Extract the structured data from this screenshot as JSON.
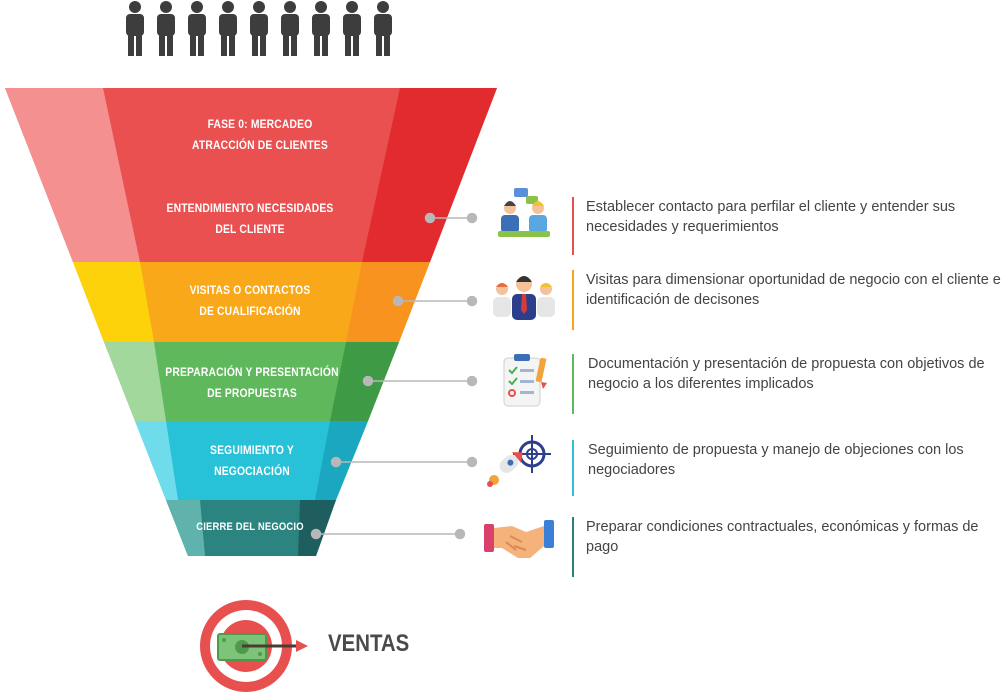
{
  "people_icon": "person-icon",
  "stages": [
    {
      "label_lines": [
        "FASE 0: MERCADEO",
        "ATRACCIÓN DE CLIENTES"
      ],
      "color": "#e8504f"
    },
    {
      "label_lines": [
        "ENTENDIMIENTO NECESIDADES",
        "DEL CLIENTE"
      ],
      "color": "#e8504f",
      "description": "Establecer contacto para perfilar el cliente y entender sus necesidades y requerimientos",
      "icon": "conversation-icon",
      "accent": "#e8504f"
    },
    {
      "label_lines": [
        "VISITAS O CONTACTOS",
        "DE CUALIFICACIÓN"
      ],
      "color": "#f8a51c",
      "description": "Visitas para dimensionar oportunidad de negocio con el cliente e identificación de  decisones",
      "icon": "team-icon",
      "accent": "#f8a51c"
    },
    {
      "label_lines": [
        "PREPARACIÓN Y PRESENTACIÓN",
        "DE PROPUESTAS"
      ],
      "color": "#5cb85c",
      "description": "Documentación y presentación de propuesta con objetivos de negocio a los diferentes implicados",
      "icon": "checklist-icon",
      "accent": "#5cb85c"
    },
    {
      "label_lines": [
        "SEGUIMIENTO Y",
        "NEGOCIACIÓN"
      ],
      "color": "#2ec4d6",
      "description": "Seguimiento de propuesta y  manejo de objeciones con los negociadores",
      "icon": "rocket-target-icon",
      "accent": "#2ec4d6"
    },
    {
      "label_lines": [
        "CIERRE DEL NEGOCIO"
      ],
      "color": "#2a7f7a",
      "description": "Preparar condiciones contractuales, económicas y formas de pago",
      "icon": "handshake-icon",
      "accent": "#2a7f7a"
    }
  ],
  "outcome": {
    "label": "VENTAS",
    "icon": "money-target-icon"
  }
}
